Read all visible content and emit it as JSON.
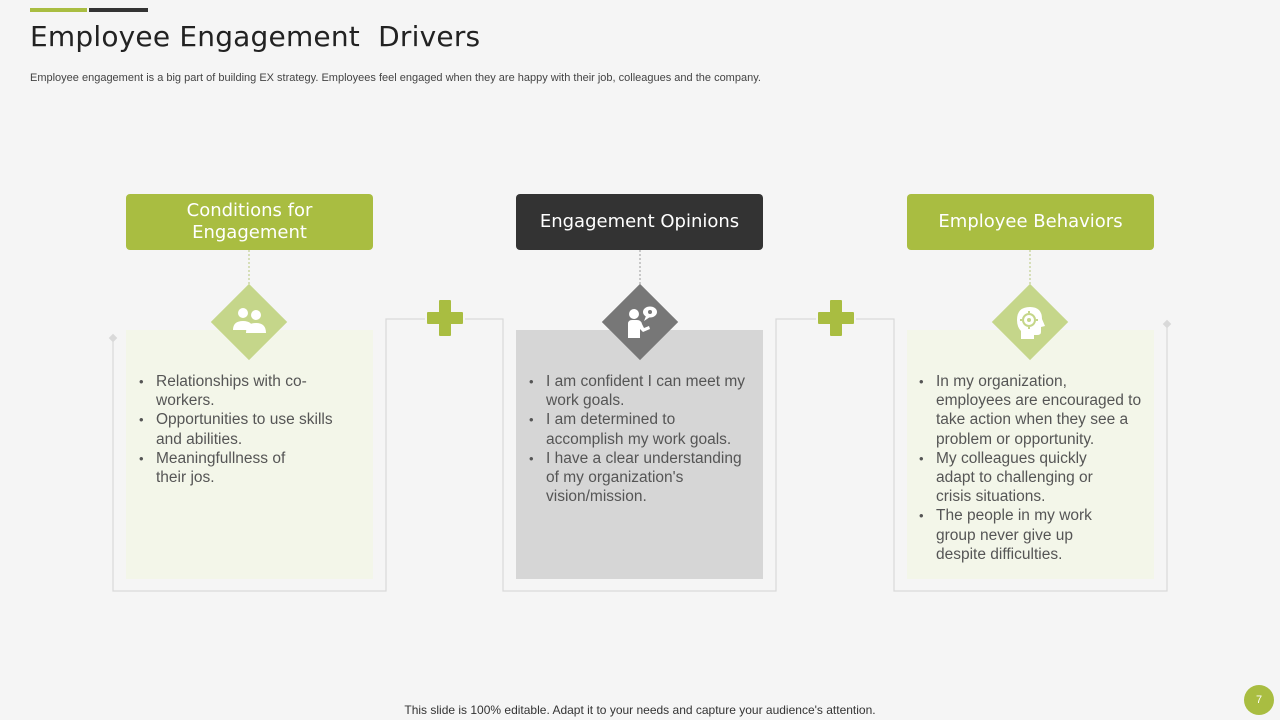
{
  "slide": {
    "title": "Employee Engagement  Drivers",
    "subtitle": "Employee engagement is a big part of building EX strategy.  Employees feel engaged when they are happy with their job, colleagues and the company.",
    "footer": "This slide is 100% editable. Adapt it to your needs and capture your audience's attention.",
    "page_number": "7"
  },
  "colors": {
    "accent_green": "#a9bd41",
    "light_green": "#c5d68a",
    "panel_light": "#f3f6e9",
    "dark": "#333333",
    "panel_gray": "#d6d6d6",
    "diamond_gray": "#777777"
  },
  "columns": [
    {
      "header": "Conditions for Engagement",
      "icon": "people-icon",
      "bullets": [
        "Relationships with co-workers.",
        "Opportunities to use skills and abilities.",
        "Meaningfullness  of their jos."
      ]
    },
    {
      "header": "Engagement Opinions",
      "icon": "person-speech-icon",
      "bullets": [
        "I am confident I can meet my work goals.",
        "I am determined to accomplish my work goals.",
        "I have a clear understanding of my organization's vision/mission."
      ]
    },
    {
      "header": "Employee Behaviors",
      "icon": "head-gear-icon",
      "bullets": [
        "In my organization, employees are encouraged to take action when they see a problem or opportunity.",
        "My colleagues quickly adapt to challenging  or crisis situations.",
        "The people in my work group never give up despite difficulties."
      ]
    }
  ],
  "connector_icon": "plus-icon"
}
